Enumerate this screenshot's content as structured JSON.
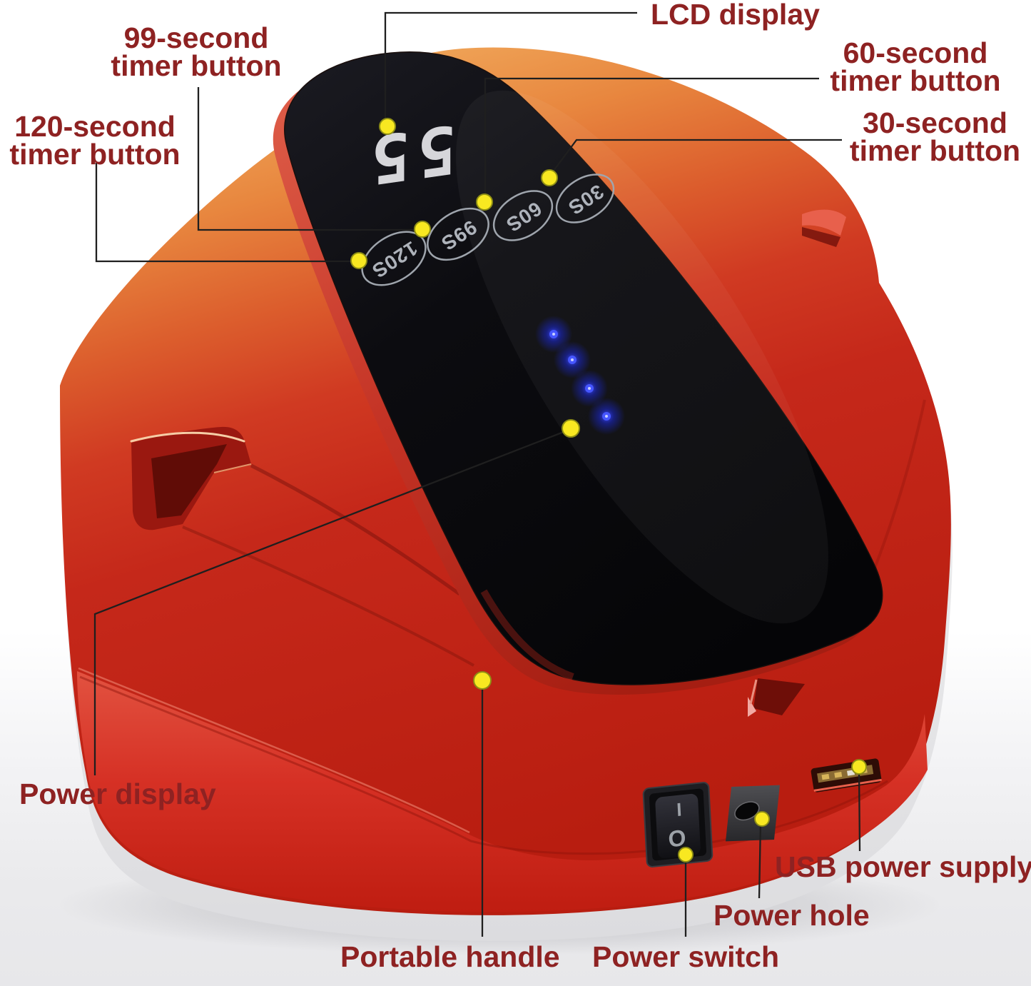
{
  "figure": {
    "kind": "annotated product diagram",
    "product": "cordless UV LED nail lamp, red-orange metallic finish"
  },
  "callouts": {
    "lcd": {
      "text": "LCD display"
    },
    "timer99": {
      "line1": "99-second",
      "line2": "timer button"
    },
    "timer120": {
      "line1": "120-second",
      "line2": "timer button"
    },
    "timer60": {
      "line1": "60-second",
      "line2": "timer button"
    },
    "timer30": {
      "line1": "30-second",
      "line2": "timer button"
    },
    "power_display": {
      "text": "Power display"
    },
    "portable_handle": {
      "text": "Portable handle"
    },
    "power_switch": {
      "text": "Power switch"
    },
    "power_hole": {
      "text": "Power hole"
    },
    "usb": {
      "text": "USB power supply"
    }
  },
  "device": {
    "lcd_value": "55",
    "buttons": {
      "b120": "120S",
      "b99": "99S",
      "b60": "60S",
      "b30": "30S"
    },
    "power_switch": {
      "on": "I",
      "off": "O"
    },
    "power_led_count": 4
  },
  "colors": {
    "label_text": "#8e2222",
    "callout_line": "#1f1f1f",
    "callout_dot": "#f8e821",
    "body_orange": "#efa45a",
    "body_red": "#c5281a",
    "panel_black": "#0a0a0d",
    "panel_trim_red": "#c43325",
    "led_blue": "#2a38f0",
    "lcd_digits": "#d6d6da"
  }
}
